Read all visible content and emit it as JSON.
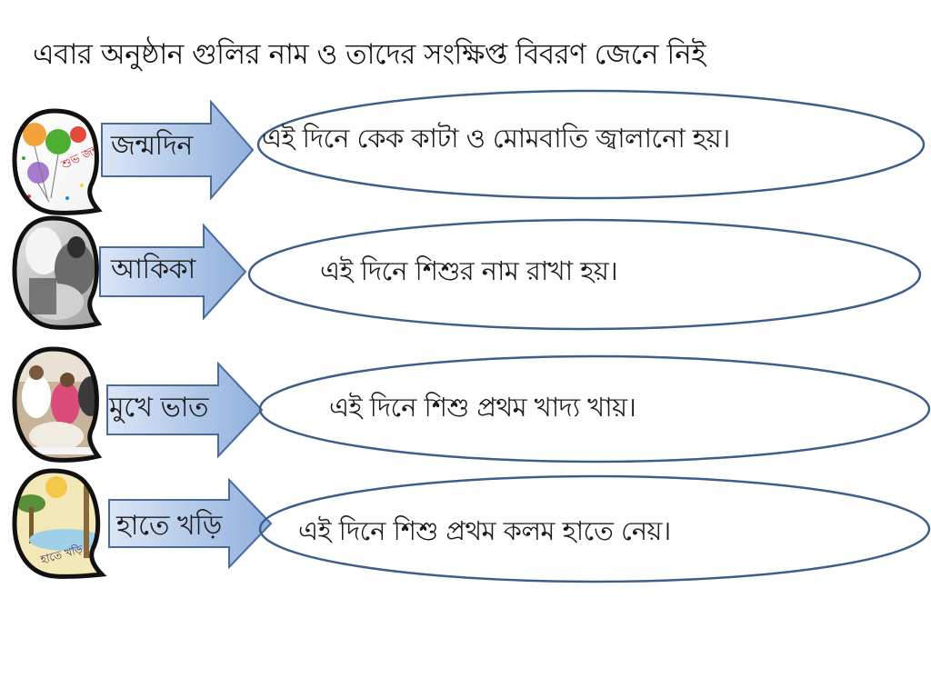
{
  "title": "এবার অনুষ্ঠান  গুলির নাম ও তাদের সংক্ষিপ্ত বিবরণ জেনে নিই",
  "colors": {
    "arrow_fill_left": "#dbe6f6",
    "arrow_fill_right": "#8fb0dd",
    "arrow_stroke": "#4a6a9a",
    "ellipse_stroke": "#3e5e8a",
    "picture_frame": "#111111"
  },
  "events": [
    {
      "name": "জন্মদিন",
      "description": "এই দিনে কেক কাটা ও মোমবাতি জ্বালানো হয়।",
      "picture": "birthday-balloons-picture",
      "picture_caption": "শুভ জন্মদিন"
    },
    {
      "name": "আকিকা",
      "description": "এই দিনে শিশুর নাম রাখা হয়।",
      "picture": "aqiqah-photo-picture"
    },
    {
      "name": "মুখে ভাত",
      "description": "এই দিনে শিশু প্রথম খাদ্য খায়।",
      "picture": "first-rice-ceremony-picture"
    },
    {
      "name": "হাতে খড়ি",
      "description": "এই দিনে শিশু প্রথম কলম হাতে নেয়।",
      "picture": "hate-khori-illustration-picture",
      "picture_caption": "হাতে খড়ি"
    }
  ]
}
